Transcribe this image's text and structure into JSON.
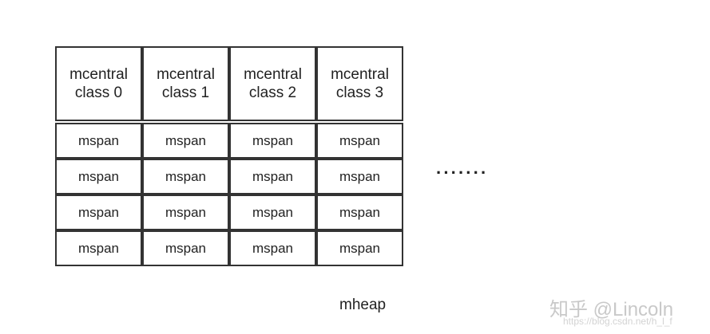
{
  "diagram": {
    "columns": [
      {
        "header_line1": "mcentral",
        "header_line2": "class 0",
        "spans": [
          "mspan",
          "mspan",
          "mspan",
          "mspan"
        ]
      },
      {
        "header_line1": "mcentral",
        "header_line2": "class 1",
        "spans": [
          "mspan",
          "mspan",
          "mspan",
          "mspan"
        ]
      },
      {
        "header_line1": "mcentral",
        "header_line2": "class 2",
        "spans": [
          "mspan",
          "mspan",
          "mspan",
          "mspan"
        ]
      },
      {
        "header_line1": "mcentral",
        "header_line2": "class 3",
        "spans": [
          "mspan",
          "mspan",
          "mspan",
          "mspan"
        ]
      }
    ],
    "ellipsis": "·······",
    "caption": "mheap"
  },
  "watermark": {
    "main": "知乎 @Lincoln",
    "url": "https://blog.csdn.net/h_l_f"
  },
  "colors": {
    "border": "#333333",
    "text": "#222222",
    "watermark": "#c9c9c9"
  }
}
